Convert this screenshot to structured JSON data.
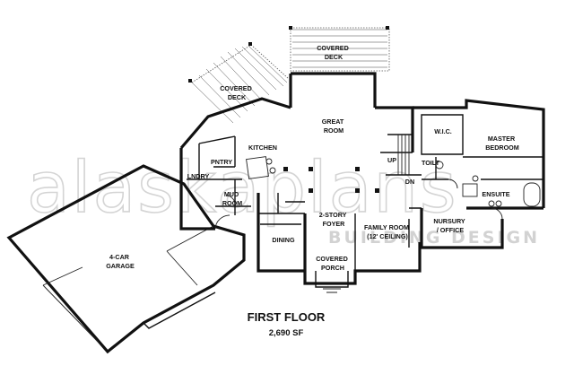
{
  "watermark": {
    "brand": "alaskaplans",
    "tagline": "BUILDING DESIGN"
  },
  "rooms": {
    "covered_deck_top": [
      "COVERED",
      "DECK"
    ],
    "covered_deck_left": [
      "COVERED",
      "DECK"
    ],
    "great_room": [
      "GREAT",
      "ROOM"
    ],
    "wic": [
      "W.I.C."
    ],
    "master_bedroom": [
      "MASTER",
      "BEDROOM"
    ],
    "kitchen": [
      "KITCHEN"
    ],
    "pantry": [
      "PNTRY"
    ],
    "laundry": [
      "LNDRY"
    ],
    "mud_room": [
      "MUD",
      "ROOM"
    ],
    "up": [
      "UP"
    ],
    "dn": [
      "DN"
    ],
    "toilet": [
      "TOILT"
    ],
    "ensuite": [
      "ENSUITE"
    ],
    "garage": [
      "4-CAR",
      "GARAGE"
    ],
    "foyer": [
      "2-STORY",
      "FOYER"
    ],
    "family_room": [
      "FAMILY ROOM",
      "(12' CEILING)"
    ],
    "nursery": [
      "NURSURY",
      "/ OFFICE"
    ],
    "dining": [
      "DINING"
    ],
    "covered_porch": [
      "COVERED",
      "PORCH"
    ]
  },
  "caption": {
    "floor": "FIRST FLOOR",
    "area": "2,690 SF"
  }
}
